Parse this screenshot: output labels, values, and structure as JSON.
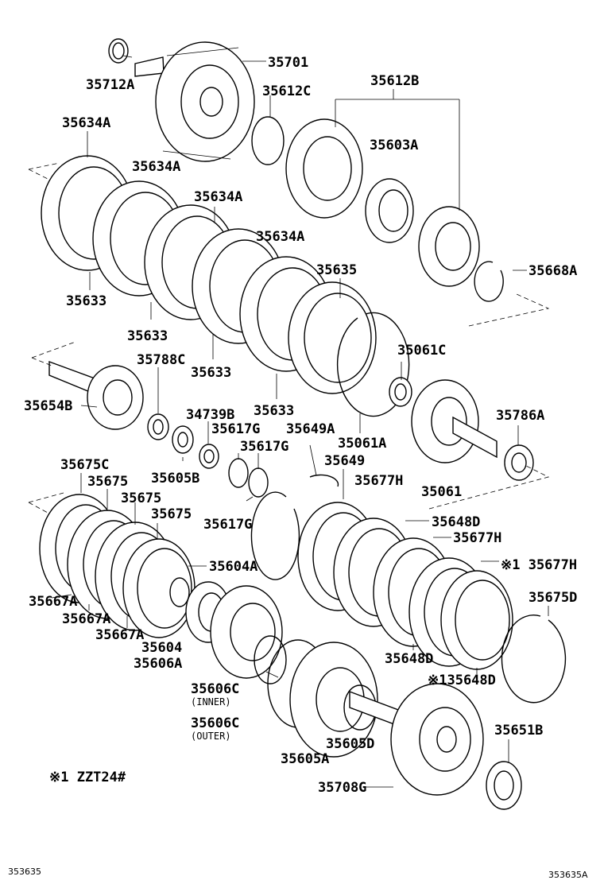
{
  "labels": {
    "p35701": "35701",
    "p35712A": "35712A",
    "p35612C": "35612C",
    "p35612B": "35612B",
    "p35603A": "35603A",
    "p35634A_1": "35634A",
    "p35634A_2": "35634A",
    "p35634A_3": "35634A",
    "p35634A_4": "35634A",
    "p35668A": "35668A",
    "p35635": "35635",
    "p35633_1": "35633",
    "p35633_2": "35633",
    "p35633_3": "35633",
    "p35633_4": "35633",
    "p35788C": "35788C",
    "p35061C": "35061C",
    "p35654B": "35654B",
    "p34739B": "34739B",
    "p35649A": "35649A",
    "p35786A": "35786A",
    "p35617G_1": "35617G",
    "p35617G_2": "35617G",
    "p35617G_3": "35617G",
    "p35061A": "35061A",
    "p35649": "35649",
    "p35605B": "35605B",
    "p35677H_1": "35677H",
    "p35061": "35061",
    "p35675C": "35675C",
    "p35675_1": "35675",
    "p35675_2": "35675",
    "p35675_3": "35675",
    "p35648D_1": "35648D",
    "p35677H_2": "35677H",
    "p35604A": "35604A",
    "p35677H_3": "※1 35677H",
    "p35667A_1": "35667A",
    "p35667A_2": "35667A",
    "p35667A_3": "35667A",
    "p35675D": "35675D",
    "p35604": "35604",
    "p35606A": "35606A",
    "p35648D_2": "35648D",
    "p35648D_3": "※135648D",
    "p35606C_1": "35606C",
    "p35606C_1sub": "(INNER)",
    "p35606C_2": "35606C",
    "p35606C_2sub": "(OUTER)",
    "p35605D": "35605D",
    "p35651B": "35651B",
    "p35605A": "35605A",
    "p35708G": "35708G",
    "note": "※1 ZZT24#"
  },
  "footer": {
    "left_code": "353635",
    "right_code": "353635A"
  }
}
